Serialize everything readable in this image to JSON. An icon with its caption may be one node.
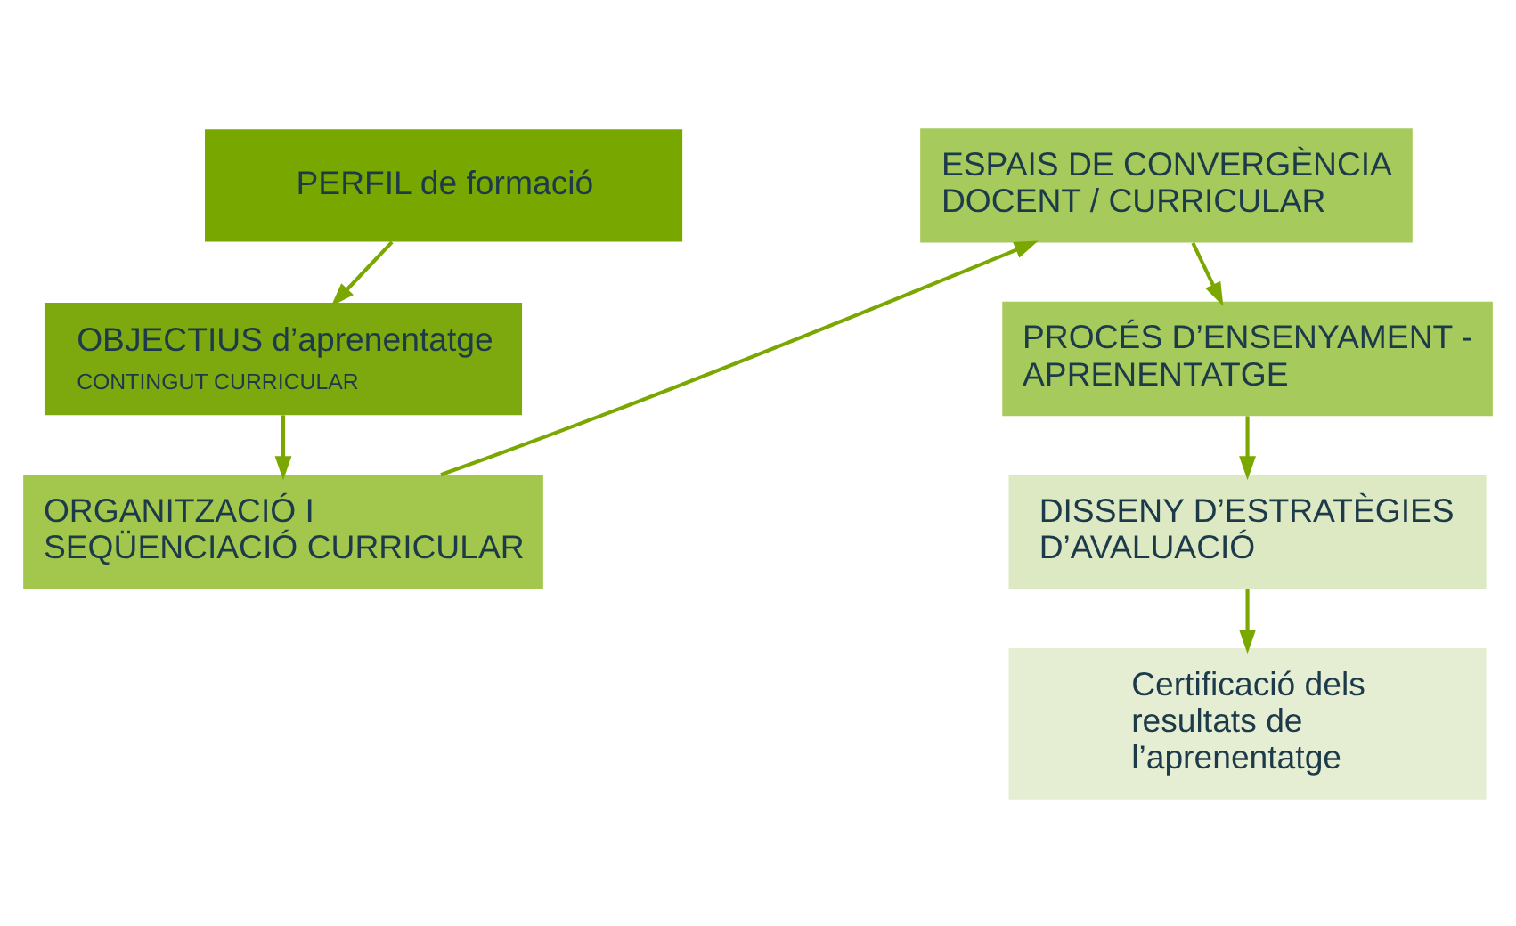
{
  "diagram": {
    "nodes": [
      {
        "text": [
          "PERFIL de formació"
        ]
      },
      {
        "text": [
          "OBJECTIUS d’aprenentatge",
          "CONTINGUT CURRICULAR"
        ]
      },
      {
        "text": [
          "ORGANITZACIÓ I SEQÜENCIACIÓ CURRICULAR"
        ]
      },
      {
        "text": [
          "ESPAIS DE CONVERGÈNCIA DOCENT / CURRICULAR"
        ]
      },
      {
        "text": [
          "PROCÉS D’ENSENYAMENT - APRENENTATGE"
        ]
      },
      {
        "text": [
          "DISSENY D’ESTRATÈGIES D’AVALUACIÓ"
        ]
      },
      {
        "text": [
          "Certificació dels resultats de l’aprenentatge"
        ]
      }
    ],
    "edges": [
      {
        "from": 0,
        "to": 1,
        "arrow": "to"
      },
      {
        "from": 1,
        "to": 2,
        "arrow": "to"
      },
      {
        "from": 2,
        "to": 3,
        "arrow": "to"
      },
      {
        "from": 3,
        "to": 4,
        "arrow": "to"
      },
      {
        "from": 4,
        "to": 5,
        "arrow": "to"
      },
      {
        "from": 5,
        "to": 6,
        "arrow": "to"
      }
    ]
  }
}
